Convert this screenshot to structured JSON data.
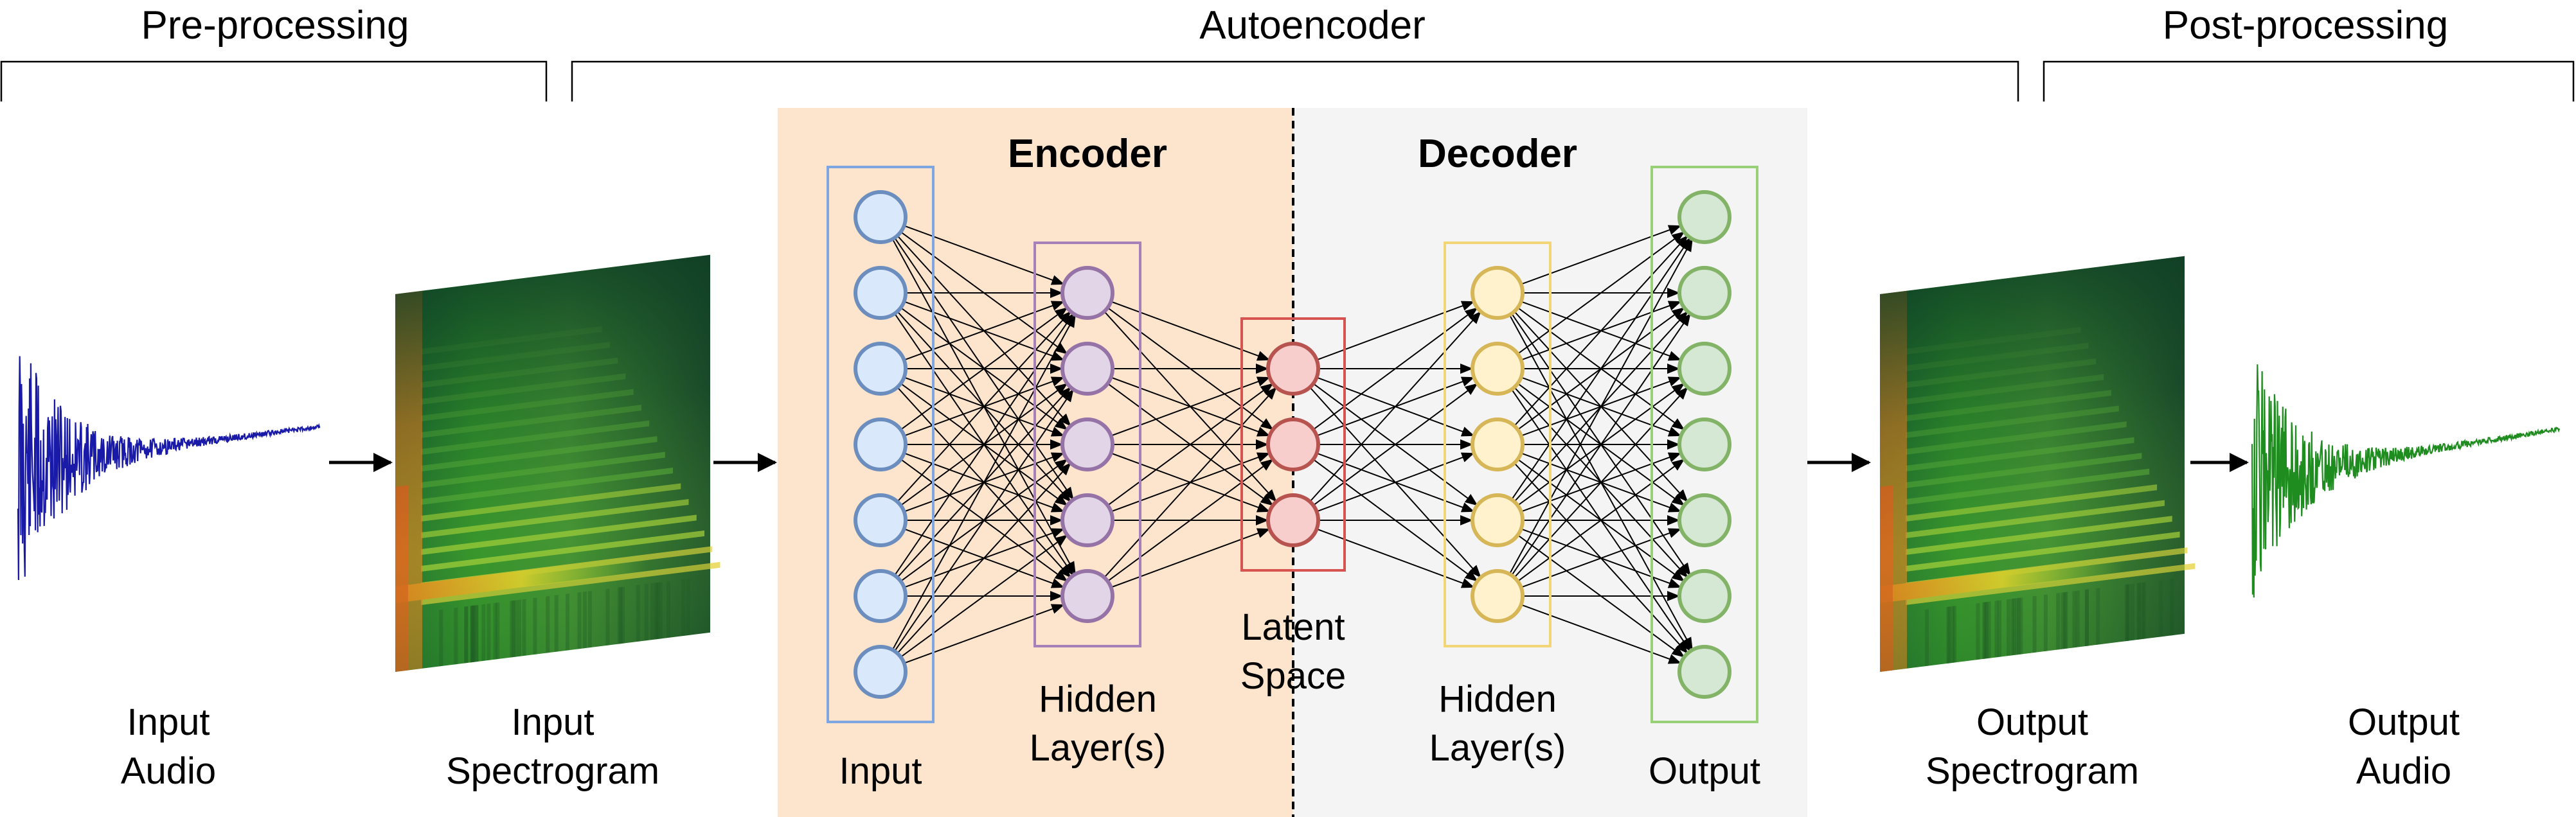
{
  "sections": {
    "pre": "Pre-processing",
    "auto": "Autoencoder",
    "post": "Post-processing"
  },
  "panels": {
    "encoder": "Encoder",
    "decoder": "Decoder"
  },
  "labels": {
    "input_audio": [
      "Input",
      "Audio"
    ],
    "input_spectrogram": [
      "Input",
      "Spectrogram"
    ],
    "input_layer": "Input",
    "hidden_enc": [
      "Hidden",
      "Layer(s)"
    ],
    "latent": [
      "Latent",
      "Space"
    ],
    "hidden_dec": [
      "Hidden",
      "Layer(s)"
    ],
    "output_layer": "Output",
    "output_spectrogram": [
      "Output",
      "Spectrogram"
    ],
    "output_audio": [
      "Output",
      "Audio"
    ]
  },
  "network": {
    "layers": [
      {
        "nodes": 7,
        "fill": "#dae8fc",
        "stroke": "#6c8ebf",
        "box": "#7ea6e0"
      },
      {
        "nodes": 5,
        "fill": "#e1d5e7",
        "stroke": "#9673a6",
        "box": "#a680b8"
      },
      {
        "nodes": 3,
        "fill": "#f8cecc",
        "stroke": "#b85450",
        "box": "#d6534f"
      },
      {
        "nodes": 5,
        "fill": "#fff2cc",
        "stroke": "#d6b656",
        "box": "#f2d675"
      },
      {
        "nodes": 7,
        "fill": "#d5e8d4",
        "stroke": "#82b366",
        "box": "#97d077"
      }
    ]
  },
  "colors": {
    "encoder_bg": "#fde4cc",
    "decoder_bg": "#f4f4f4",
    "input_wave": "#1a1aa8",
    "output_wave": "#1e8c1e"
  }
}
